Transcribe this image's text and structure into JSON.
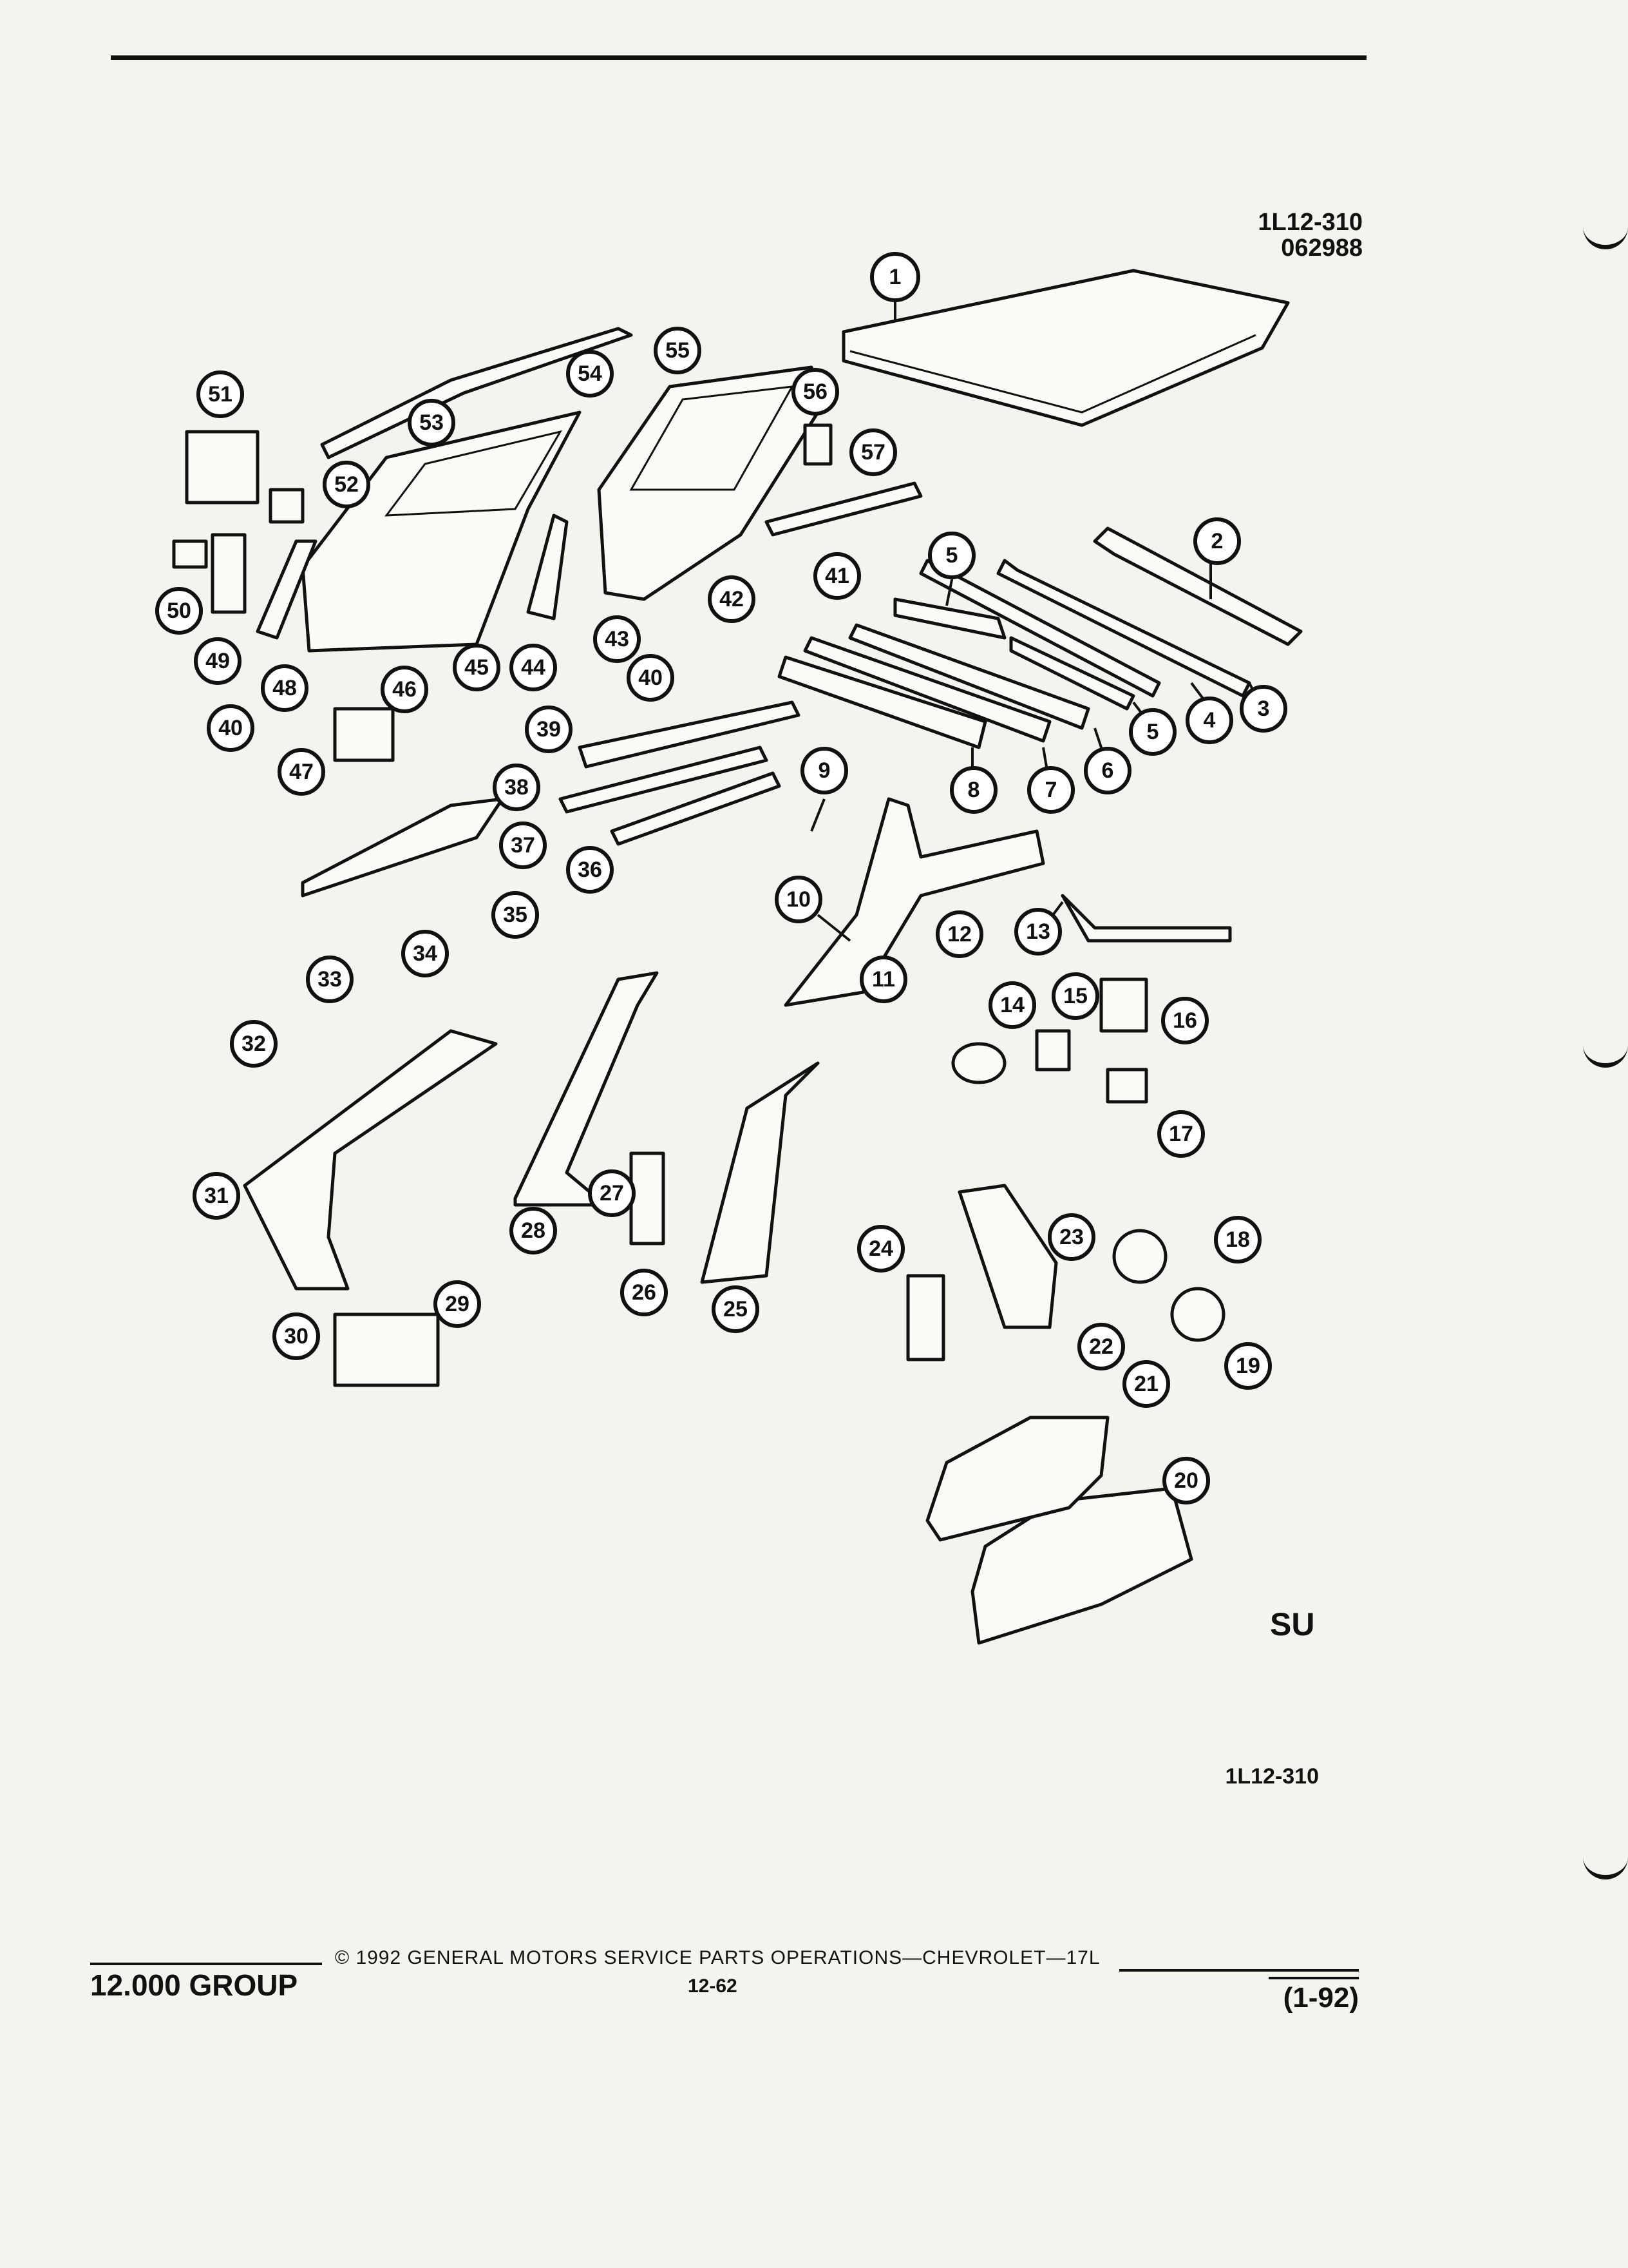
{
  "figure_id": {
    "code": "1L12-310",
    "date_code": "062988"
  },
  "bottom_figure_id": "1L12-310",
  "callouts": [
    "1",
    "2",
    "3",
    "4",
    "5",
    "5",
    "6",
    "7",
    "8",
    "9",
    "10",
    "11",
    "12",
    "13",
    "14",
    "15",
    "16",
    "17",
    "18",
    "19",
    "20",
    "21",
    "22",
    "23",
    "24",
    "25",
    "26",
    "27",
    "28",
    "29",
    "30",
    "31",
    "32",
    "33",
    "34",
    "35",
    "36",
    "37",
    "38",
    "39",
    "40",
    "40",
    "41",
    "42",
    "43",
    "44",
    "45",
    "46",
    "47",
    "48",
    "49",
    "50",
    "51",
    "52",
    "53",
    "54",
    "55",
    "56",
    "57"
  ],
  "footer": {
    "group": "12.000 GROUP",
    "copyright": "© 1992 GENERAL MOTORS SERVICE PARTS OPERATIONS—CHEVROLET—17L",
    "page": "12-62",
    "revision": "(1-92)"
  },
  "logo": "SU"
}
